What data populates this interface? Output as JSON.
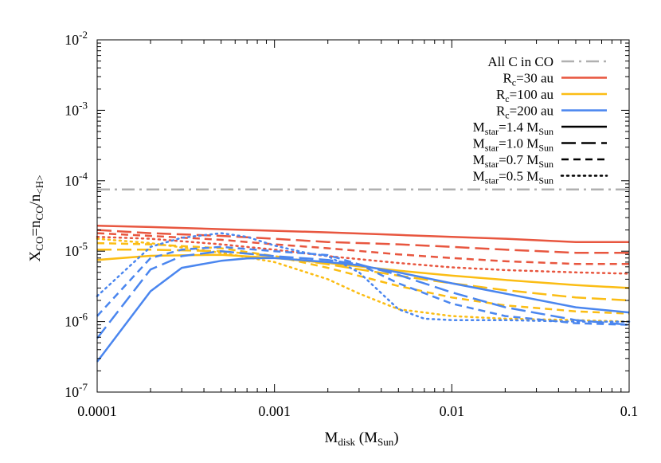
{
  "chart_data": {
    "type": "line",
    "xscale": "log",
    "yscale": "log",
    "xlim": [
      0.0001,
      0.1
    ],
    "ylim": [
      1e-07,
      0.01
    ],
    "xticks": [
      {
        "v": 0.0001,
        "label": "0.0001"
      },
      {
        "v": 0.001,
        "label": "0.001"
      },
      {
        "v": 0.01,
        "label": "0.01"
      },
      {
        "v": 0.1,
        "label": "0.1"
      }
    ],
    "yticks": [
      {
        "v": 1e-07,
        "label": "-7"
      },
      {
        "v": 1e-06,
        "label": "-6"
      },
      {
        "v": 1e-05,
        "label": "-5"
      },
      {
        "v": 0.0001,
        "label": "-4"
      },
      {
        "v": 0.001,
        "label": "-3"
      },
      {
        "v": 0.01,
        "label": "-2"
      }
    ],
    "ytick_base": "10",
    "xlabel": {
      "main": "M",
      "sub": "disk",
      "mid": " (M",
      "sub2": "Sun",
      "end": ")"
    },
    "ylabel": {
      "p1": "X",
      "s1": "CO",
      "p2": "=n",
      "s2": "CO",
      "p3": "/n",
      "s3": "<H>"
    },
    "colors": {
      "rc30": "#e8563f",
      "rc100": "#fbbd14",
      "rc200": "#4a86ef",
      "allc": "#b0b0b0"
    },
    "legend": {
      "position": "top-right",
      "entries": [
        {
          "label_main": "All C in CO",
          "label_sub": "",
          "label_tail": "",
          "color": "#b0b0b0",
          "style": "dashdot"
        },
        {
          "label_main": "R",
          "label_sub": "c",
          "label_tail": "=30 au",
          "color": "#e8563f",
          "style": "solid"
        },
        {
          "label_main": "R",
          "label_sub": "c",
          "label_tail": "=100 au",
          "color": "#fbbd14",
          "style": "solid"
        },
        {
          "label_main": "R",
          "label_sub": "c",
          "label_tail": "=200 au",
          "color": "#4a86ef",
          "style": "solid"
        },
        {
          "label_main": "M",
          "label_sub": "star",
          "label_tail": "=1.4 M",
          "label_sub2": "Sun",
          "color": "#000000",
          "style": "solid"
        },
        {
          "label_main": "M",
          "label_sub": "star",
          "label_tail": "=1.0 M",
          "label_sub2": "Sun",
          "color": "#000000",
          "style": "longdash"
        },
        {
          "label_main": "M",
          "label_sub": "star",
          "label_tail": "=0.7 M",
          "label_sub2": "Sun",
          "color": "#000000",
          "style": "dash"
        },
        {
          "label_main": "M",
          "label_sub": "star",
          "label_tail": "=0.5 M",
          "label_sub2": "Sun",
          "color": "#000000",
          "style": "dot"
        }
      ]
    },
    "series": [
      {
        "group": "allc",
        "color": "#b0b0b0",
        "style": "dashdot",
        "x": [
          0.0001,
          0.1
        ],
        "y": [
          7.5e-05,
          7.5e-05
        ]
      },
      {
        "group": "rc30",
        "mstar": "1.4",
        "color": "#e8563f",
        "style": "solid",
        "x": [
          0.0001,
          0.0002,
          0.0005,
          0.001,
          0.002,
          0.005,
          0.01,
          0.02,
          0.05,
          0.1
        ],
        "y": [
          2.3e-05,
          2.2e-05,
          2.05e-05,
          1.95e-05,
          1.85e-05,
          1.7e-05,
          1.6e-05,
          1.5e-05,
          1.35e-05,
          1.35e-05
        ]
      },
      {
        "group": "rc30",
        "mstar": "1.0",
        "color": "#e8563f",
        "style": "longdash",
        "x": [
          0.0001,
          0.0002,
          0.0005,
          0.001,
          0.002,
          0.005,
          0.01,
          0.02,
          0.05,
          0.1
        ],
        "y": [
          2e-05,
          1.8e-05,
          1.65e-05,
          1.5e-05,
          1.35e-05,
          1.25e-05,
          1.15e-05,
          1.05e-05,
          9.5e-06,
          9.5e-06
        ]
      },
      {
        "group": "rc30",
        "mstar": "0.7",
        "color": "#e8563f",
        "style": "dash",
        "x": [
          0.0001,
          0.0002,
          0.0005,
          0.001,
          0.002,
          0.005,
          0.01,
          0.02,
          0.05,
          0.1
        ],
        "y": [
          1.8e-05,
          1.65e-05,
          1.45e-05,
          1.25e-05,
          1.1e-05,
          9e-06,
          8e-06,
          7.2e-06,
          6.6e-06,
          6.6e-06
        ]
      },
      {
        "group": "rc30",
        "mstar": "0.5",
        "color": "#e8563f",
        "style": "dot",
        "x": [
          0.0001,
          0.0002,
          0.0005,
          0.001,
          0.002,
          0.005,
          0.01,
          0.02,
          0.05,
          0.1
        ],
        "y": [
          1.6e-05,
          1.5e-05,
          1.25e-05,
          1.05e-05,
          8.5e-06,
          6.8e-06,
          5.9e-06,
          5.4e-06,
          5e-06,
          4.8e-06
        ]
      },
      {
        "group": "rc100",
        "mstar": "1.4",
        "color": "#fbbd14",
        "style": "solid",
        "x": [
          0.0001,
          0.0002,
          0.0005,
          0.001,
          0.002,
          0.005,
          0.01,
          0.02,
          0.05,
          0.1
        ],
        "y": [
          7.5e-06,
          8.6e-06,
          8.9e-06,
          8e-06,
          6.8e-06,
          5.3e-06,
          4.5e-06,
          3.9e-06,
          3.3e-06,
          3e-06
        ]
      },
      {
        "group": "rc100",
        "mstar": "1.0",
        "color": "#fbbd14",
        "style": "longdash",
        "x": [
          0.0001,
          0.0002,
          0.0005,
          0.001,
          0.002,
          0.005,
          0.01,
          0.02,
          0.05,
          0.1
        ],
        "y": [
          1.05e-05,
          1.05e-05,
          1e-05,
          8.5e-06,
          6.5e-06,
          4.5e-06,
          3.5e-06,
          2.8e-06,
          2.2e-06,
          2e-06
        ]
      },
      {
        "group": "rc100",
        "mstar": "0.7",
        "color": "#fbbd14",
        "style": "dash",
        "x": [
          0.0001,
          0.0002,
          0.0005,
          0.001,
          0.002,
          0.005,
          0.01,
          0.02,
          0.05,
          0.1
        ],
        "y": [
          1.3e-05,
          1.25e-05,
          1.1e-05,
          8.5e-06,
          5.8e-06,
          3.2e-06,
          2.2e-06,
          1.7e-06,
          1.4e-06,
          1.3e-06
        ]
      },
      {
        "group": "rc100",
        "mstar": "0.5",
        "color": "#fbbd14",
        "style": "dot",
        "x": [
          0.0001,
          0.0002,
          0.0005,
          0.001,
          0.002,
          0.003,
          0.005,
          0.01,
          0.02,
          0.05,
          0.1
        ],
        "y": [
          1.5e-05,
          1.3e-05,
          9.5e-06,
          7e-06,
          4e-06,
          2.5e-06,
          1.5e-06,
          1.2e-06,
          1.1e-06,
          1.05e-06,
          1e-06
        ]
      },
      {
        "group": "rc200",
        "mstar": "1.4",
        "color": "#4a86ef",
        "style": "solid",
        "x": [
          0.0001,
          0.0002,
          0.0003,
          0.0005,
          0.0007,
          0.001,
          0.002,
          0.003,
          0.005,
          0.01,
          0.02,
          0.05,
          0.1
        ],
        "y": [
          2.7e-07,
          2.7e-06,
          5.8e-06,
          7.3e-06,
          7.9e-06,
          8e-06,
          7e-06,
          6.3e-06,
          5e-06,
          3.5e-06,
          2.5e-06,
          1.6e-06,
          1.35e-06
        ]
      },
      {
        "group": "rc200",
        "mstar": "1.0",
        "color": "#4a86ef",
        "style": "longdash",
        "x": [
          0.0001,
          0.0002,
          0.0003,
          0.0005,
          0.001,
          0.002,
          0.003,
          0.005,
          0.01,
          0.02,
          0.05,
          0.1
        ],
        "y": [
          5.8e-07,
          5.5e-06,
          8.5e-06,
          1e-05,
          8.5e-06,
          7.5e-06,
          6.5e-06,
          4.6e-06,
          2.6e-06,
          1.6e-06,
          1.05e-06,
          9e-07
        ]
      },
      {
        "group": "rc200",
        "mstar": "0.7",
        "color": "#4a86ef",
        "style": "dash",
        "x": [
          0.0001,
          0.0002,
          0.0003,
          0.0005,
          0.001,
          0.002,
          0.003,
          0.005,
          0.01,
          0.02,
          0.05,
          0.1
        ],
        "y": [
          1.2e-06,
          8e-06,
          1.05e-05,
          1.15e-05,
          1e-05,
          8.8e-06,
          6.5e-06,
          3.5e-06,
          1.8e-06,
          1.2e-06,
          9.5e-07,
          9e-07
        ]
      },
      {
        "group": "rc200",
        "mstar": "0.5",
        "color": "#4a86ef",
        "style": "dot",
        "x": [
          0.0001,
          0.0002,
          0.0003,
          0.0005,
          0.0007,
          0.001,
          0.0015,
          0.002,
          0.003,
          0.005,
          0.007,
          0.01,
          0.02,
          0.05,
          0.1
        ],
        "y": [
          2.3e-06,
          1.15e-05,
          1.55e-05,
          1.8e-05,
          1.6e-05,
          1.2e-05,
          9.5e-06,
          8.5e-06,
          5e-06,
          1.5e-06,
          1.1e-06,
          1.05e-06,
          1.05e-06,
          1e-06,
          1e-06
        ]
      }
    ]
  }
}
